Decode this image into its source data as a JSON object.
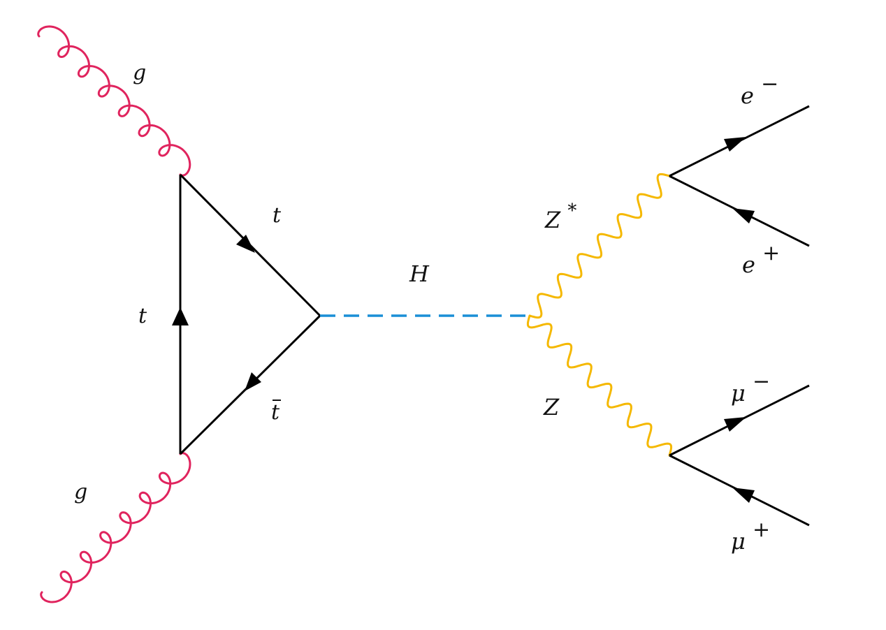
{
  "diagram": {
    "particles": {
      "gluon_top": "g",
      "gluon_bottom": "g",
      "top_upper": "t",
      "top_left": "t",
      "top_bar": "t",
      "higgs": "H",
      "z_star": "Z",
      "z_star_mark": "*",
      "z": "Z",
      "electron": "e",
      "electron_sign": "−",
      "positron": "e",
      "positron_sign": "+",
      "muon": "μ",
      "muon_sign": "−",
      "antimuon": "μ",
      "antimuon_sign": "+"
    },
    "colors": {
      "gluon": "#e0245e",
      "fermion": "#000000",
      "higgs": "#1a8fd6",
      "z_boson": "#f5b800"
    }
  }
}
